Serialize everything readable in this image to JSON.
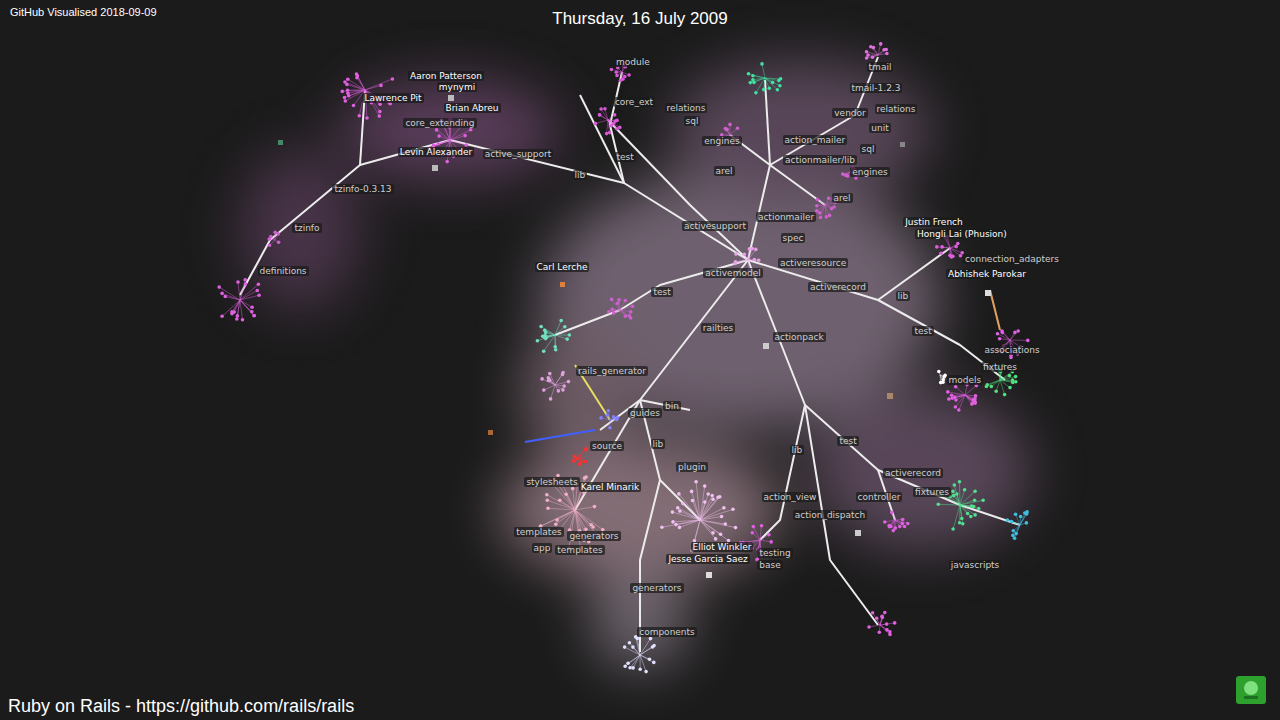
{
  "diagram": {
    "title": "Thursday, 16 July 2009",
    "caption": "Ruby on Rails - https://github.com/rails/rails",
    "labels": [
      "GitHub Visualised 2018-09-09",
      "module",
      "tmail",
      "tmail-1.2.3",
      "Aaron Patterson",
      "mynymi",
      "Lawrence Pit",
      "Brian Abreu",
      "core_ext",
      "relations",
      "vendor",
      "relations",
      "core_extending",
      "sql",
      "unit",
      "engines",
      "action_mailer",
      "sql",
      "Levin Alexander",
      "active_support",
      "test",
      "actionmailer/lib",
      "arel",
      "engines",
      "lib",
      "tzinfo-0.3.13",
      "arel",
      "actionmailer",
      "activesupport",
      "Justin French",
      "Hongli Lai (Phusion)",
      "tzinfo",
      "spec",
      "connection_adapters",
      "activeresource",
      "Carl Lerche",
      "activemodel",
      "definitions",
      "Abhishek Parokar",
      "activerecord",
      "test",
      "lib",
      "railties",
      "test",
      "actionpack",
      "associations",
      "fixtures",
      "rails_generator",
      "models",
      "bin",
      "guides",
      "lib",
      "source",
      "test",
      "lib",
      "plugin",
      "activerecord",
      "stylesheets",
      "Karel Minarik",
      "fixtures",
      "action_view",
      "controller",
      "action_dispatch",
      "templates",
      "generators",
      "Elliot Winkler",
      "app",
      "templates",
      "testing",
      "Jesse Garcia Saez",
      "base",
      "javascripts",
      "generators",
      "components"
    ]
  }
}
